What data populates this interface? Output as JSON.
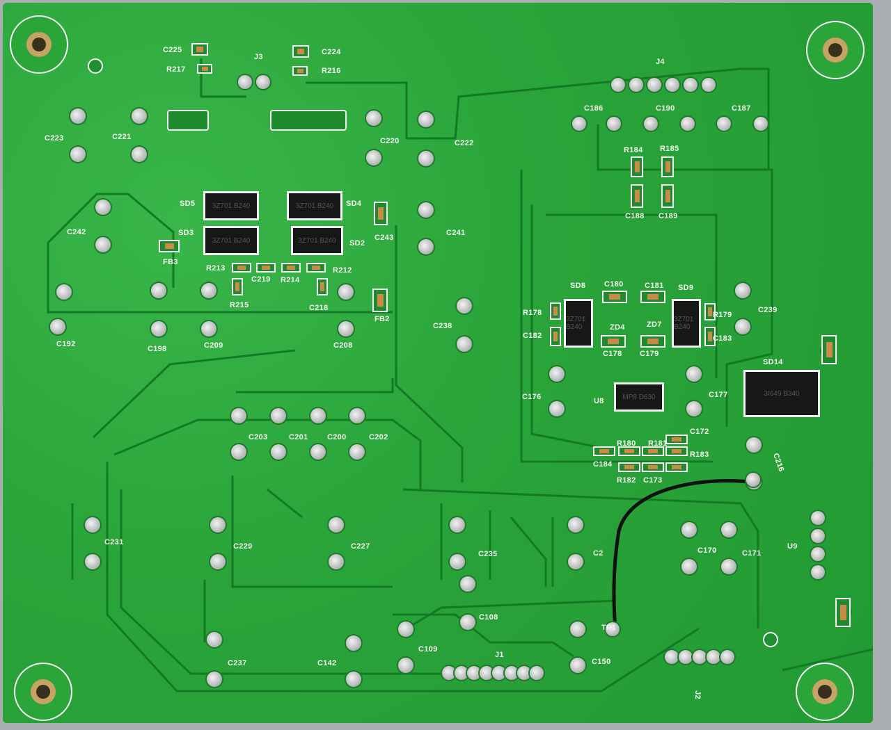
{
  "labels": [
    "C225",
    "R217",
    "J3",
    "C224",
    "R216",
    "J4",
    "C186",
    "C190",
    "C187",
    "C223",
    "C221",
    "C220",
    "C222",
    "R184",
    "R185",
    "C188",
    "C189",
    "SD5",
    "SD4",
    "SD3",
    "SD2",
    "C242",
    "FB3",
    "C243",
    "C241",
    "R213",
    "R212",
    "C219",
    "R214",
    "R215",
    "C218",
    "FB2",
    "SD8",
    "C180",
    "C181",
    "SD9",
    "R178",
    "ZD4",
    "ZD7",
    "R179",
    "C239",
    "C238",
    "C182",
    "C178",
    "C179",
    "C183",
    "C192",
    "C198",
    "C209",
    "C208",
    "SD14",
    "C176",
    "U8",
    "C177",
    "C172",
    "R180",
    "R181",
    "R183",
    "C184",
    "R182",
    "C173",
    "C216",
    "C203",
    "C201",
    "C200",
    "C202",
    "C231",
    "C229",
    "C227",
    "C235",
    "C2",
    "C170",
    "C171",
    "U9",
    "C108",
    "C109",
    "J1",
    "C150",
    "C237",
    "C142",
    "J2",
    "TP1"
  ],
  "chip_markings": {
    "sd5": "3Z701 B240",
    "sd4": "3Z701 B240",
    "sd3": "3Z701 B240",
    "sd2": "3Z701 B240",
    "sd8": "3Z701 B240",
    "sd9": "3Z701 B240",
    "sd14": "3I649 B340",
    "u8": "MP8 D630"
  },
  "colors": {
    "board": "#2aa53a",
    "trace": "#137a24",
    "silkscreen": "#f4f4f0",
    "pad": "#c0c3c3",
    "wire": "#111111"
  }
}
